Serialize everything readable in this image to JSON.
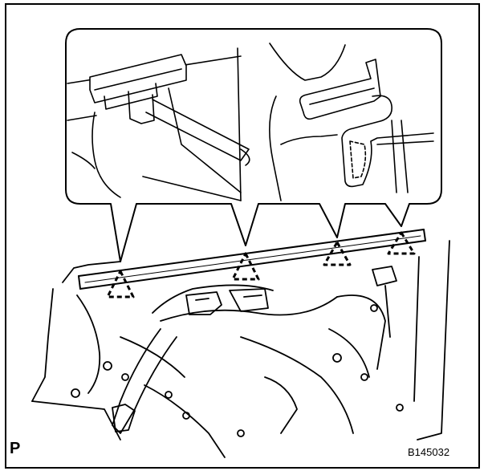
{
  "figure": {
    "view_marker": "P",
    "figure_id": "B145032",
    "callout_count": 4
  },
  "colors": {
    "ink": "#000000",
    "paper": "#ffffff"
  }
}
